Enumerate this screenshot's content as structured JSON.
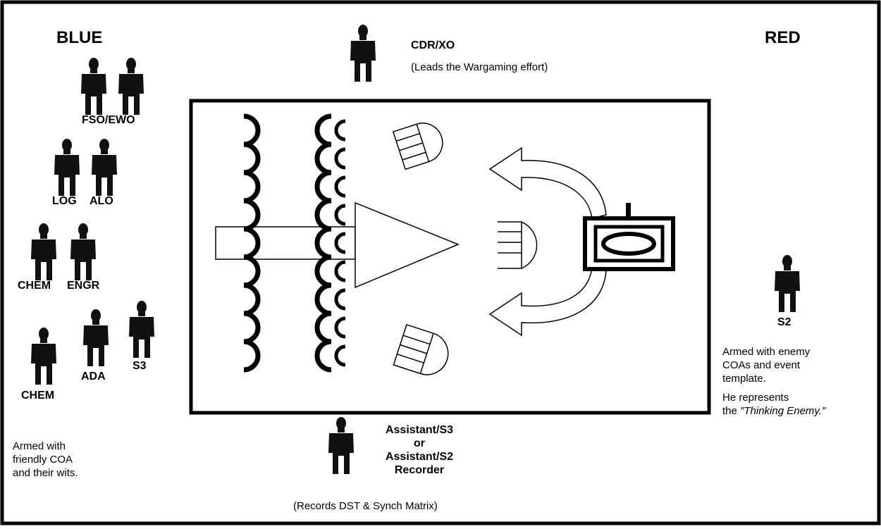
{
  "blue": {
    "title": "BLUE",
    "groups": [
      {
        "label": "FSO/EWO"
      },
      {
        "label": "LOG"
      },
      {
        "label": "ALO"
      },
      {
        "label": "CHEM"
      },
      {
        "label": "ENGR"
      },
      {
        "label": "CHEM"
      },
      {
        "label": "ADA"
      },
      {
        "label": "S3"
      }
    ],
    "note": [
      "Armed with",
      "friendly COA",
      "and their wits."
    ]
  },
  "red": {
    "title": "RED",
    "role": "S2",
    "note_line1": "Armed with enemy",
    "note_line2": "COAs and event",
    "note_line3": "template.",
    "note_line4": "He represents",
    "note_line5_prefix": "the ",
    "note_line5_italic": "\"Thinking Enemy.\""
  },
  "commander": {
    "role": "CDR/XO",
    "desc": "(Leads the Wargaming effort)"
  },
  "recorder": {
    "line1": "Assistant/S3",
    "line2": "or",
    "line3": "Assistant/S2",
    "line4": "Recorder",
    "desc": "(Records DST & Synch Matrix)"
  },
  "icons": {
    "person": "person-silhouette-icon",
    "defense_arcs": "defensive-arcs-icon",
    "attack_arrow": "attack-arrow-icon",
    "enemy_unit": "enemy-unit-icon",
    "tank": "armor-unit-icon",
    "counterattack_arrow": "counterattack-arrow-icon"
  }
}
